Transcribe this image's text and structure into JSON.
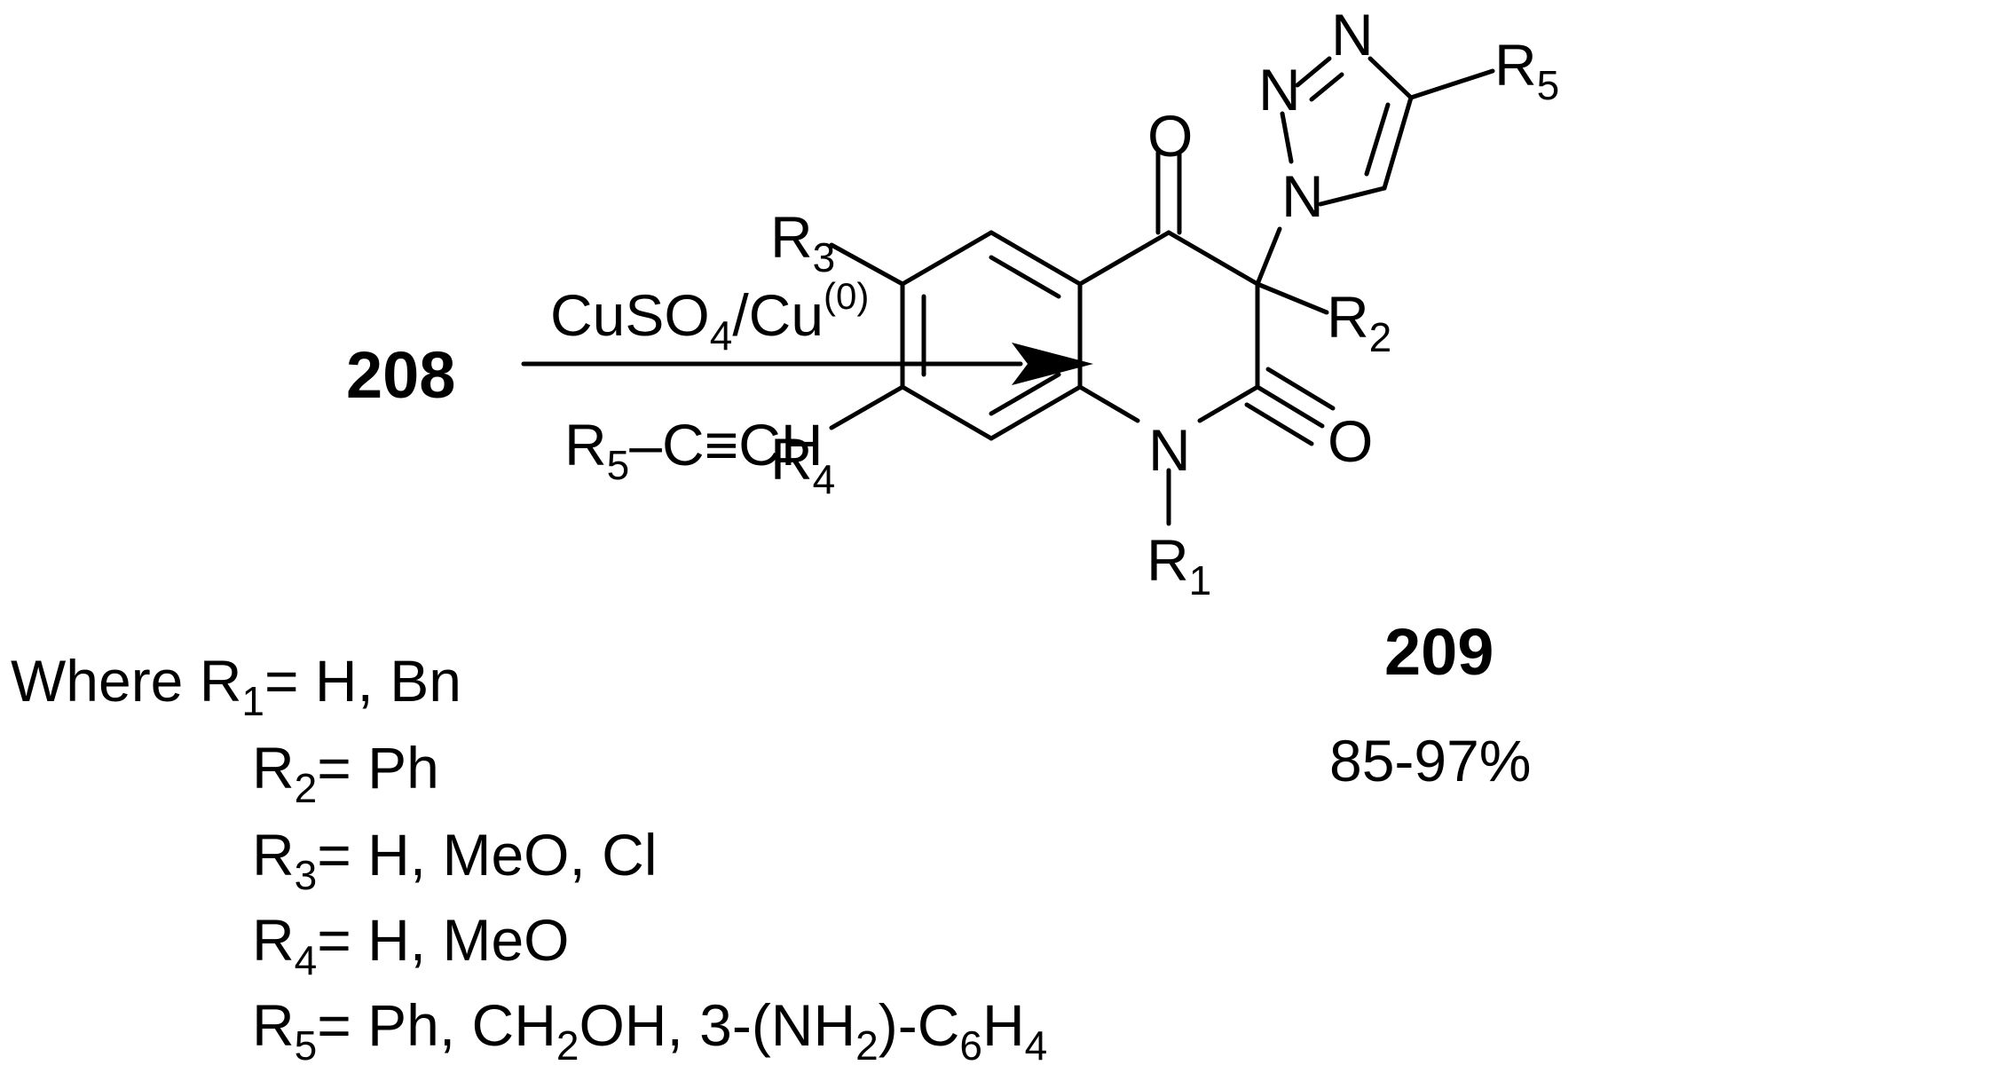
{
  "reactant": {
    "label": "208"
  },
  "conditions": {
    "above": {
      "reagent": "CuSO",
      "reagent_sub": "4",
      "sep": "/Cu",
      "sup": "(0)"
    },
    "below": {
      "r": "R",
      "r_sub": "5",
      "bond": "–",
      "c": "C",
      "triple": "≡",
      "ch": "CH"
    }
  },
  "product": {
    "label": "209",
    "yield": "85-97%",
    "atoms": {
      "R3": {
        "r": "R",
        "sub": "3"
      },
      "R4": {
        "r": "R",
        "sub": "4"
      },
      "R2": {
        "r": "R",
        "sub": "2"
      },
      "R1": {
        "r": "R",
        "sub": "1"
      },
      "R5": {
        "r": "R",
        "sub": "5"
      },
      "O_top": "O",
      "O_right": "O",
      "N_ring": "N",
      "N_tri1": "N",
      "N_tri2": "N",
      "N_tri3": "N"
    }
  },
  "legend": {
    "where": "Where ",
    "rows": [
      {
        "r": "R",
        "sub": "1",
        "value": "= H, Bn"
      },
      {
        "r": "R",
        "sub": "2",
        "value": "= Ph"
      },
      {
        "r": "R",
        "sub": "3",
        "value": "= H, MeO, Cl"
      },
      {
        "r": "R",
        "sub": "4",
        "value": "= H, MeO"
      },
      {
        "r": "R",
        "sub": "5",
        "value": "= Ph, CH",
        "s1": "2",
        "v2": "OH, 3-(NH",
        "s2": "2",
        "v3": ")-C",
        "s3": "6",
        "v4": "H",
        "s4": "4"
      }
    ]
  }
}
